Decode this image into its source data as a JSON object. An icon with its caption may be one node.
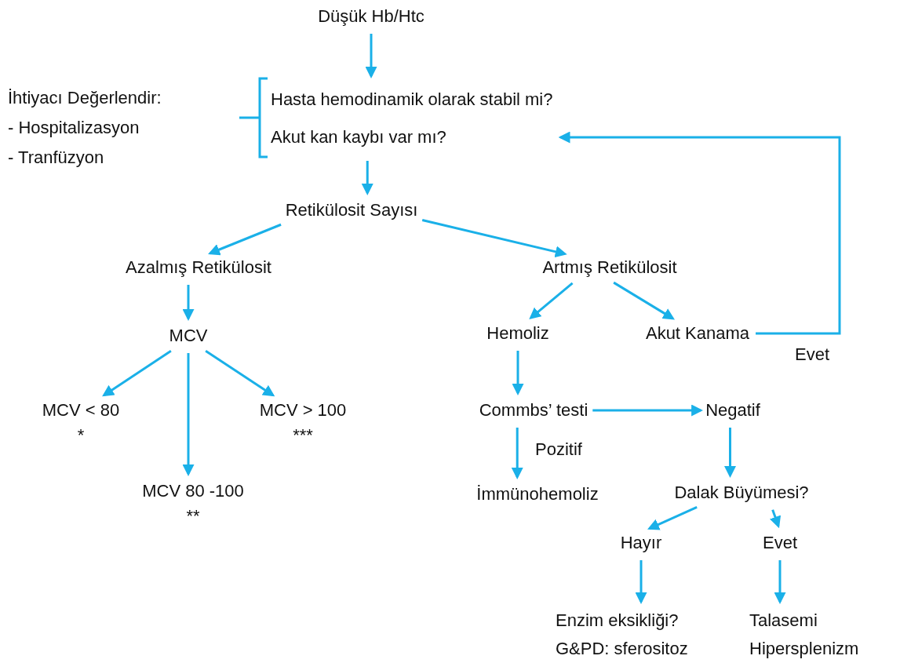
{
  "diagram": {
    "nodes": [
      {
        "text": [
          "Düşük Hb/Htc"
        ]
      },
      {
        "text": [
          "Hasta hemodinamik olarak stabil mi?",
          "Akut kan kaybı var mı?"
        ]
      },
      {
        "text": [
          "İhtiyacı Değerlendir:",
          "- Hospitalizasyon",
          "- Tranfüzyon"
        ]
      },
      {
        "text": [
          "Retikülosit Sayısı"
        ]
      },
      {
        "text": [
          "Azalmış Retikülosit"
        ]
      },
      {
        "text": [
          "Artmış Retikülosit"
        ]
      },
      {
        "text": [
          "MCV"
        ]
      },
      {
        "text": [
          "MCV < 80",
          "*"
        ]
      },
      {
        "text": [
          "MCV > 100",
          "***"
        ]
      },
      {
        "text": [
          "MCV 80 -100",
          "**"
        ]
      },
      {
        "text": [
          "Hemoliz"
        ]
      },
      {
        "text": [
          "Akut Kanama"
        ]
      },
      {
        "text": [
          "Commbs’ testi"
        ]
      },
      {
        "text": [
          "Negatif"
        ]
      },
      {
        "text": [
          "İmmünohemoliz"
        ]
      },
      {
        "text": [
          "Dalak Büyümesi?"
        ]
      },
      {
        "text": [
          "Hayır"
        ]
      },
      {
        "text": [
          "Evet"
        ]
      },
      {
        "text": [
          "Enzim eksikliği?",
          "G&PD: sferositoz"
        ]
      },
      {
        "text": [
          "Talasemi",
          "Hipersplenizm"
        ]
      }
    ],
    "edges": [
      {
        "from": 0,
        "to": 1,
        "arrow": "to"
      },
      {
        "from": 1,
        "to": 3,
        "arrow": "to"
      },
      {
        "from": 3,
        "to": 4,
        "arrow": "to"
      },
      {
        "from": 3,
        "to": 5,
        "arrow": "to"
      },
      {
        "from": 4,
        "to": 6,
        "arrow": "to"
      },
      {
        "from": 6,
        "to": 7,
        "arrow": "to"
      },
      {
        "from": 6,
        "to": 9,
        "arrow": "to"
      },
      {
        "from": 6,
        "to": 8,
        "arrow": "to"
      },
      {
        "from": 5,
        "to": 10,
        "arrow": "to"
      },
      {
        "from": 5,
        "to": 11,
        "arrow": "to"
      },
      {
        "from": 11,
        "to": 1,
        "label": "Evet",
        "arrow": "to"
      },
      {
        "from": 10,
        "to": 12,
        "arrow": "to"
      },
      {
        "from": 12,
        "to": 13,
        "arrow": "to"
      },
      {
        "from": 12,
        "to": 14,
        "label": "Pozitif",
        "arrow": "to"
      },
      {
        "from": 13,
        "to": 15,
        "arrow": "to"
      },
      {
        "from": 15,
        "to": 16,
        "arrow": "to"
      },
      {
        "from": 15,
        "to": 17,
        "arrow": "to"
      },
      {
        "from": 16,
        "to": 18,
        "arrow": "to"
      },
      {
        "from": 17,
        "to": 19,
        "arrow": "to"
      }
    ]
  }
}
